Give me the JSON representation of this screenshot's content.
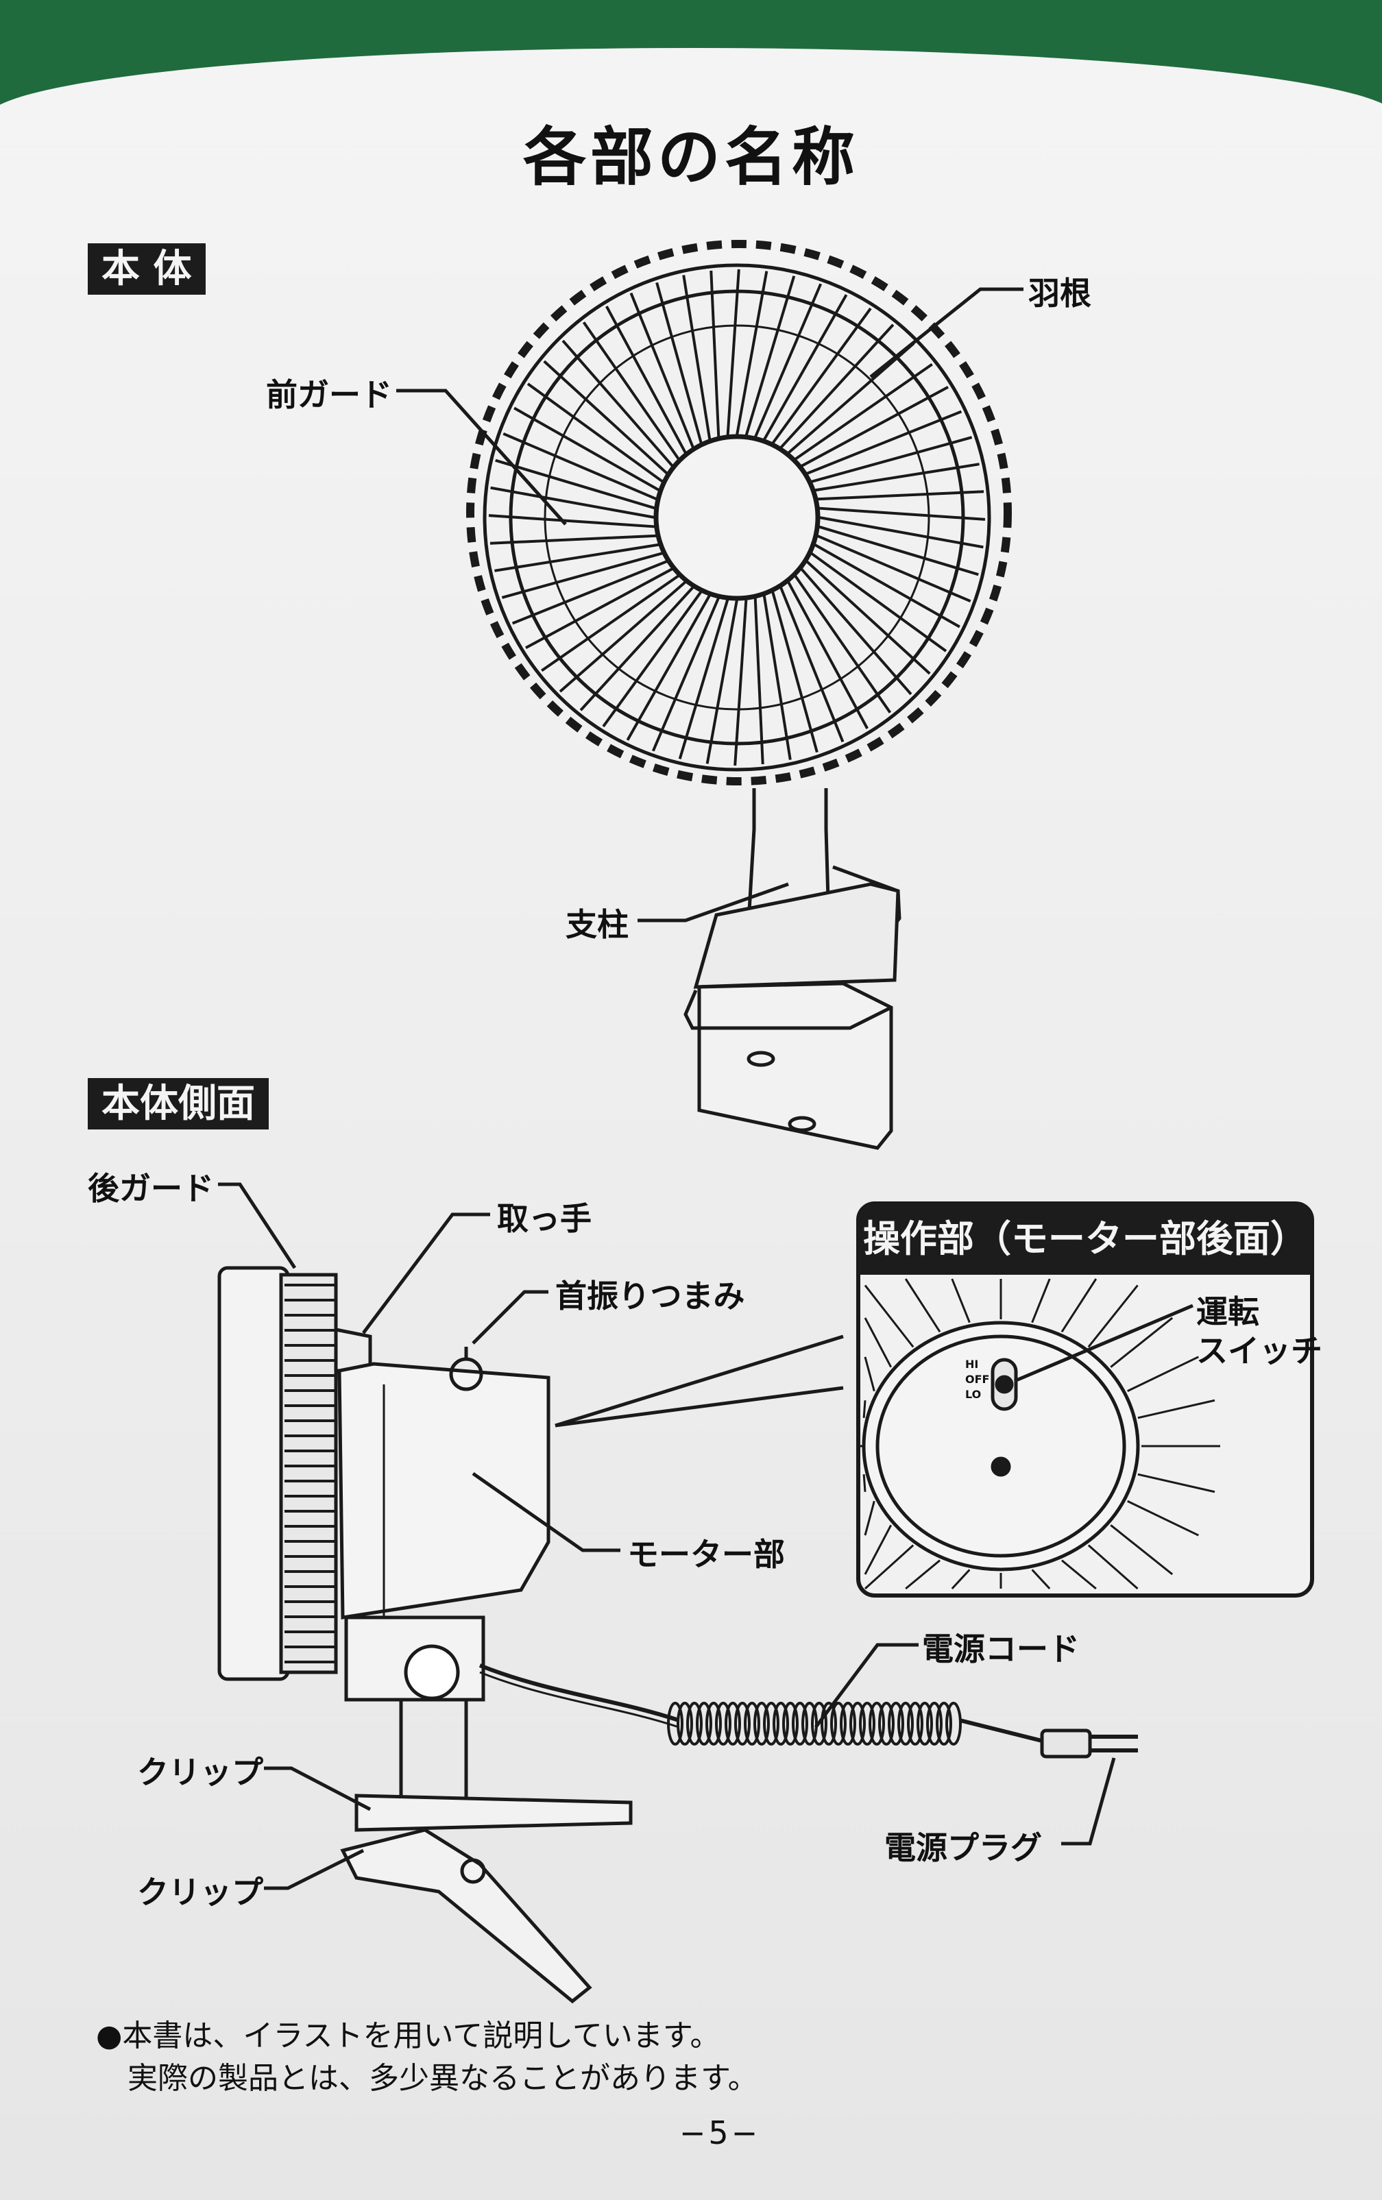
{
  "page": {
    "title": "各部の名称",
    "page_number": "−5−"
  },
  "sections": {
    "body_tag": "本 体",
    "side_tag": "本体側面"
  },
  "body_labels": {
    "front_guard": "前ガード",
    "blade": "羽根",
    "pillar": "支柱"
  },
  "side_labels": {
    "rear_guard": "後ガード",
    "handle": "取っ手",
    "tilt_knob": "首振りつまみ",
    "motor": "モーター部",
    "power_cord": "電源コード",
    "power_plug": "電源プラグ",
    "clip_top": "クリップ",
    "clip_bottom": "クリップ"
  },
  "inset": {
    "heading": "操作部（モーター部後面）",
    "switch_label_line1": "運転",
    "switch_label_line2": "スイッチ",
    "switch_positions": [
      "HI",
      "OFF",
      "LO"
    ]
  },
  "note": {
    "line1": "●本書は、イラストを用いて説明しています。",
    "line2": "実際の製品とは、多少異なることがあります。"
  }
}
